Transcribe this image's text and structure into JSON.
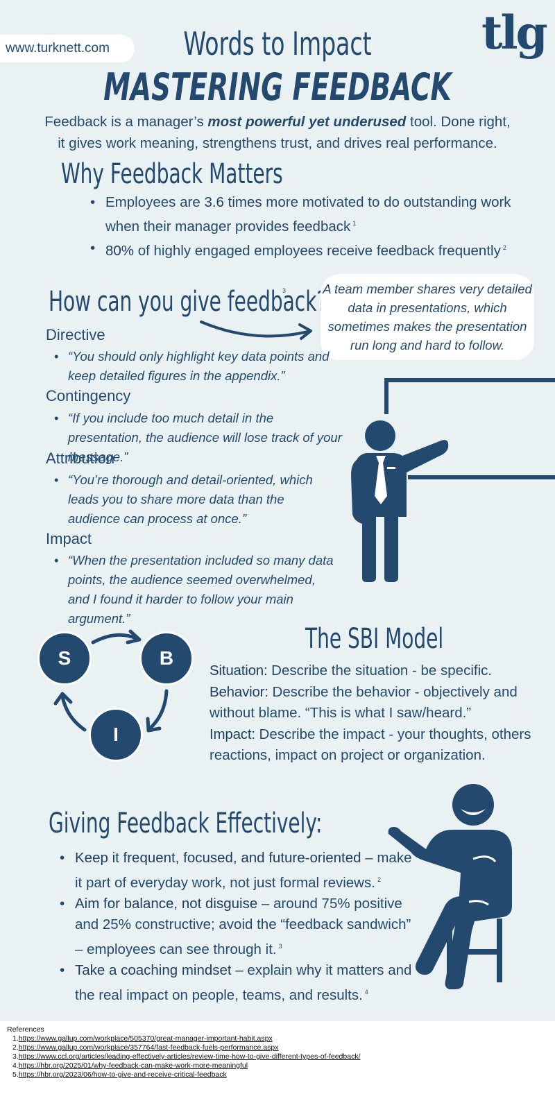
{
  "header": {
    "url": "www.turknett.com",
    "logo_text": "tlg",
    "title_line1": "Words to Impact",
    "title_line2": "MASTERING FEEDBACK"
  },
  "intro": {
    "part1": "Feedback is a manager’s ",
    "emphasis": "most powerful yet underused",
    "part2": " tool. Done right,",
    "line2": "it gives work meaning, strengthens trust, and drives real performance."
  },
  "why": {
    "heading": "Why Feedback Matters",
    "items": [
      {
        "pre": "Employees are ",
        "highlight": "3.6 times",
        "post": " more motivated to do outstanding work when their manager provides feedback",
        "ref": "1"
      },
      {
        "pre": "",
        "highlight": "80%",
        "post": " of highly engaged employees receive feedback frequently",
        "ref": "2"
      }
    ]
  },
  "how": {
    "heading": "How can you give feedback?",
    "ref": "3",
    "scenario": "A team member shares very detailed data in presentations, which sometimes makes the presentation run long and hard to follow.",
    "types": [
      {
        "label": "Directive",
        "quote": "“You should only highlight key data points and keep detailed figures in the appendix.”"
      },
      {
        "label": "Contingency",
        "quote": "“If you include too much detail in the presentation, the audience will lose track of your message.”"
      },
      {
        "label": "Attribution",
        "quote": "“You’re thorough and detail-oriented, which leads you to share more data than the audience can process at once.”"
      },
      {
        "label": "Impact",
        "quote": "“When the presentation included so many data points, the audience seemed overwhelmed, and I found it harder to follow your main argument.”"
      }
    ]
  },
  "sbi": {
    "heading": "The SBI Model",
    "ref": "3",
    "circles": [
      "S",
      "B",
      "I"
    ],
    "items": [
      {
        "label": "Situation:",
        "text": " Describe the situation - be specific."
      },
      {
        "label": "Behavior:",
        "text": " Describe the behavior - objectively and without blame. “This is what I saw/heard.”"
      },
      {
        "label": "Impact:",
        "text": " Describe the impact - your thoughts, others reactions, impact on project or organization."
      }
    ]
  },
  "effective": {
    "heading": "Giving Feedback Effectively:",
    "items": [
      {
        "strong": "Keep it frequent, focused, and future-oriented",
        "text": " – make it part of everyday work, not just formal reviews.",
        "ref": "2"
      },
      {
        "strong": "Aim for balance, not disguise",
        "text": " – around 75% positive and 25% constructive; avoid the “feedback sandwich” – employees can see through it.",
        "ref": "3"
      },
      {
        "strong": "Take a coaching mindset",
        "text": " – explain why it matters and the real impact on people, teams, and results.",
        "ref": "4"
      }
    ]
  },
  "references": {
    "heading": "References",
    "links": [
      {
        "num": "1.",
        "url": "https://www.gallup.com/workplace/505370/great-manager-important-habit.aspx"
      },
      {
        "num": "2.",
        "url": "https://www.gallup.com/workplace/357764/fast-feedback-fuels-performance.aspx"
      },
      {
        "num": "3.",
        "url": "https://www.ccl.org/articles/leading-effectively-articles/review-time-how-to-give-different-types-of-feedback/"
      },
      {
        "num": "4.",
        "url": "https://hbr.org/2025/01/why-feedback-can-make-work-more-meaningful"
      },
      {
        "num": "5.",
        "url": "https://hbr.org/2023/06/how-to-give-and-receive-critical-feedback"
      }
    ]
  },
  "colors": {
    "navy": "#234a6e",
    "background": "#e9f1f3",
    "white": "#ffffff"
  }
}
